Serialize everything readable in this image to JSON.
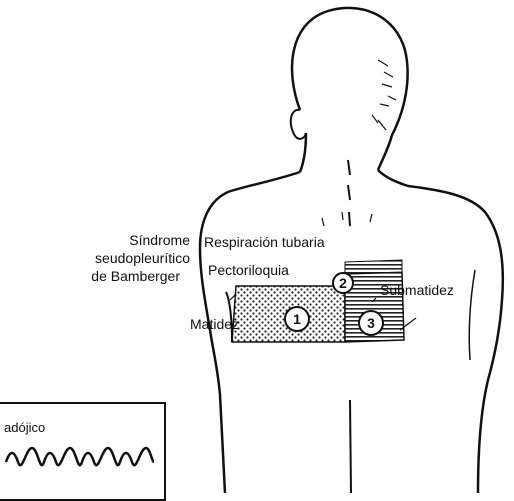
{
  "labels": {
    "sindrome_line1": "Síndrome",
    "sindrome_line2": "seudopleurítico",
    "sindrome_line3": "de Bamberger",
    "respiracion": "Respiración tubaria",
    "pectoriloquia": "Pectoriloquia",
    "submatidez": "Submatidez",
    "matidez": "Matidez"
  },
  "markers": [
    "1",
    "2",
    "3"
  ],
  "legend": {
    "text": "adójico"
  }
}
